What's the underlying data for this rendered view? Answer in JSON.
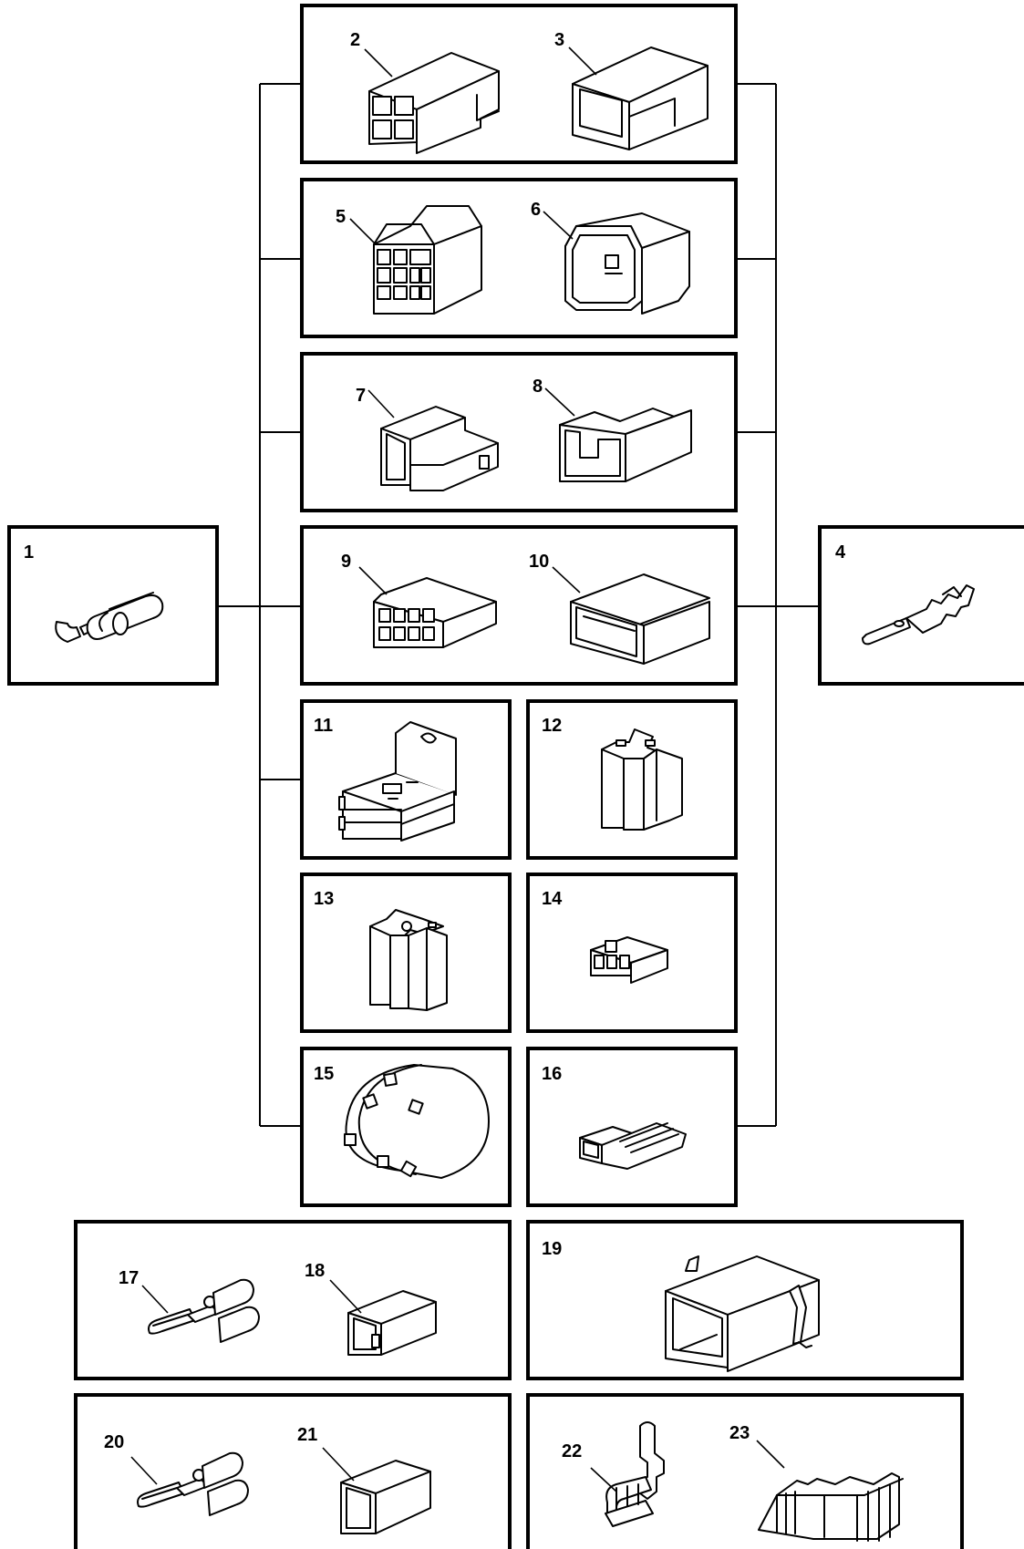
{
  "diagram": {
    "line_color": "#000000",
    "background": "#ffffff",
    "labels": {
      "p1": "1",
      "p2": "2",
      "p3": "3",
      "p4": "4",
      "p5": "5",
      "p6": "6",
      "p7": "7",
      "p8": "8",
      "p9": "9",
      "p10": "10",
      "p11": "11",
      "p12": "12",
      "p13": "13",
      "p14": "14",
      "p15": "15",
      "p16": "16",
      "p17": "17",
      "p18": "18",
      "p19": "19",
      "p20": "20",
      "p21": "21",
      "p22": "22",
      "p23": "23"
    }
  }
}
